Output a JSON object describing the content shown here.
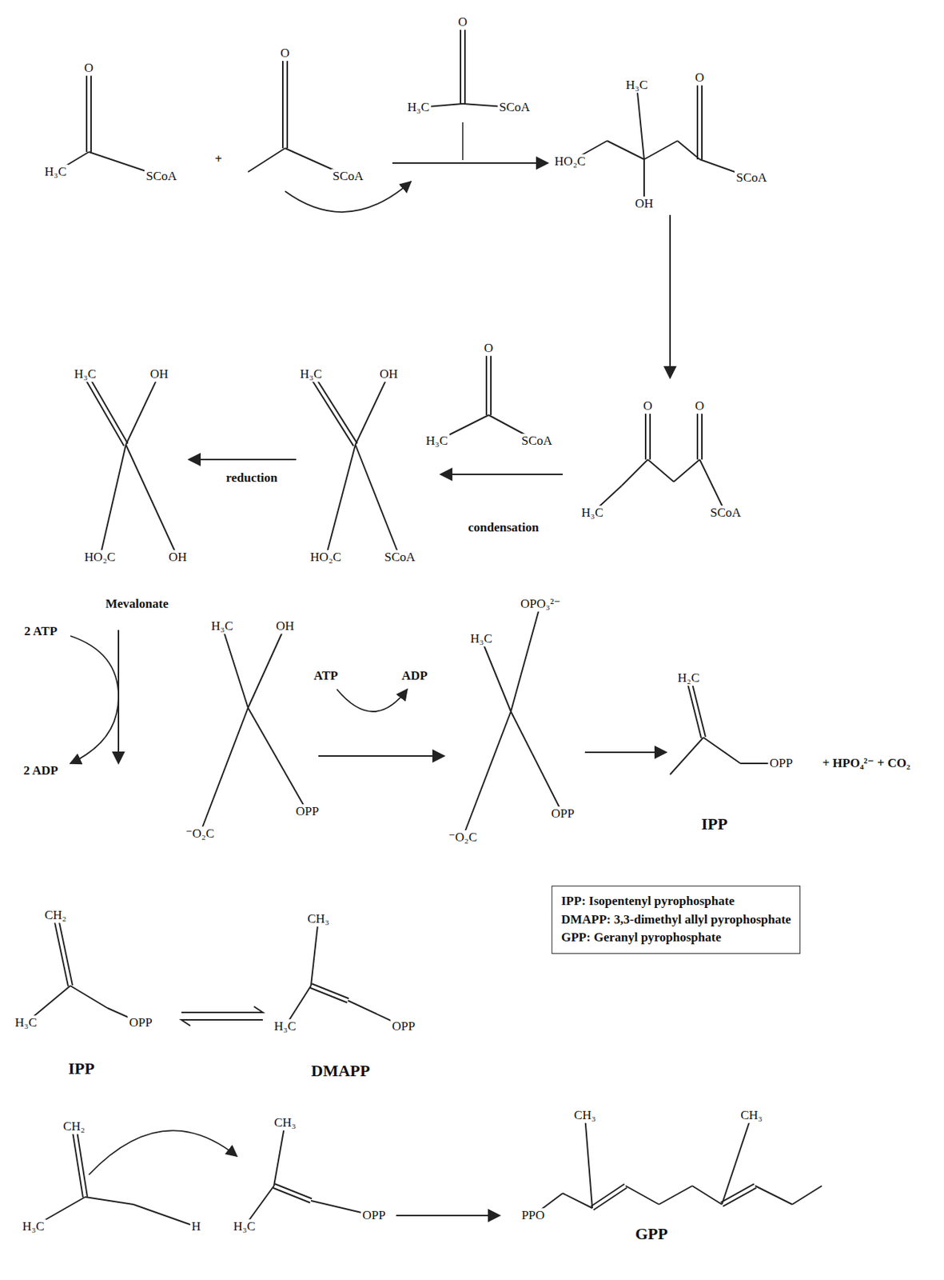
{
  "diagram": {
    "nodes": [
      {
        "text": [
          "IPP: Isopentenyl pyrophosphate",
          "DMAPP: 3,3-dimethyl allyl pyrophosphate",
          "GPP: Geranyl pyrophosphate"
        ]
      }
    ],
    "labels": [
      "H₃C",
      "O",
      "SCoA",
      "+",
      "O",
      "SCoA",
      "O",
      "H₃C",
      "SCoA",
      "HO₂C",
      "H₃C",
      "OH",
      "O",
      "SCoA",
      "O",
      "O",
      "H₃C",
      "SCoA",
      "O",
      "H₃C",
      "SCoA",
      "condensation",
      "H₃C",
      "OH",
      "HO₂C",
      "SCoA",
      "reduction",
      "H₃C",
      "OH",
      "HO₂C",
      "OH",
      "Mevalonate",
      "2 ATP",
      "2 ADP",
      "H₃C",
      "OH",
      "⁻O₂C",
      "OPP",
      "ATP",
      "ADP",
      "H₃C",
      "OPO₃²⁻",
      "⁻O₂C",
      "OPP",
      "H₂C",
      "OPP",
      "+ HPO₄²⁻ + CO₂",
      "IPP",
      "CH₂",
      "H₃C",
      "OPP",
      "IPP",
      "CH₃",
      "H₃C",
      "OPP",
      "DMAPP",
      "CH₂",
      "H₃C",
      "H",
      "CH₃",
      "H₃C",
      "OPP",
      "PPO",
      "CH₃",
      "CH₃",
      "GPP"
    ]
  }
}
